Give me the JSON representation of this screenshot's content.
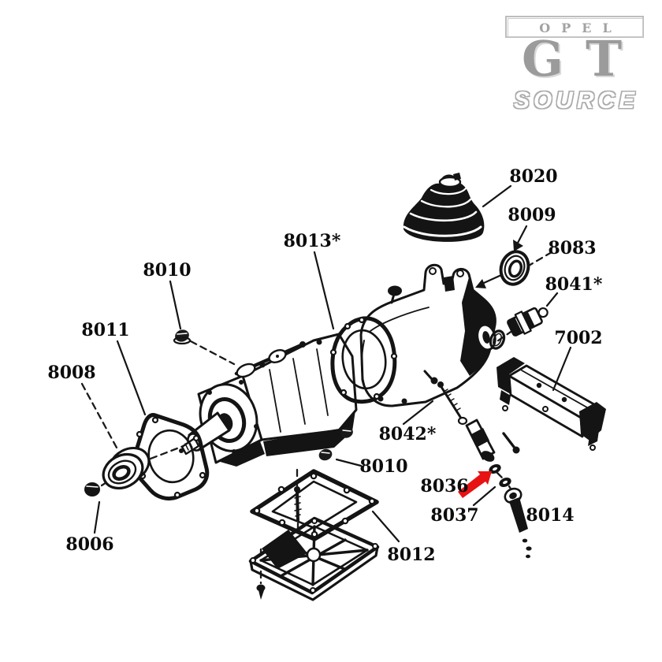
{
  "logo": {
    "brand": "OPEL",
    "model": "GT",
    "source": "SOURCE",
    "color": "#9b9b9b"
  },
  "diagram": {
    "description": "Exploded parts diagram of an Opel GT manual transmission",
    "ink_color": "#141414",
    "highlight_color": "#e81212",
    "highlighted_part": "8036",
    "labels": [
      {
        "text": "8020"
      },
      {
        "text": "8009"
      },
      {
        "text": "8083"
      },
      {
        "text": "8041*"
      },
      {
        "text": "7002"
      },
      {
        "text": "8013*"
      },
      {
        "text": "8010"
      },
      {
        "text": "8011"
      },
      {
        "text": "8008"
      },
      {
        "text": "8006"
      },
      {
        "text": "8042*"
      },
      {
        "text": "8010"
      },
      {
        "text": "8036"
      },
      {
        "text": "8037"
      },
      {
        "text": "8014"
      },
      {
        "text": "8012"
      }
    ]
  }
}
